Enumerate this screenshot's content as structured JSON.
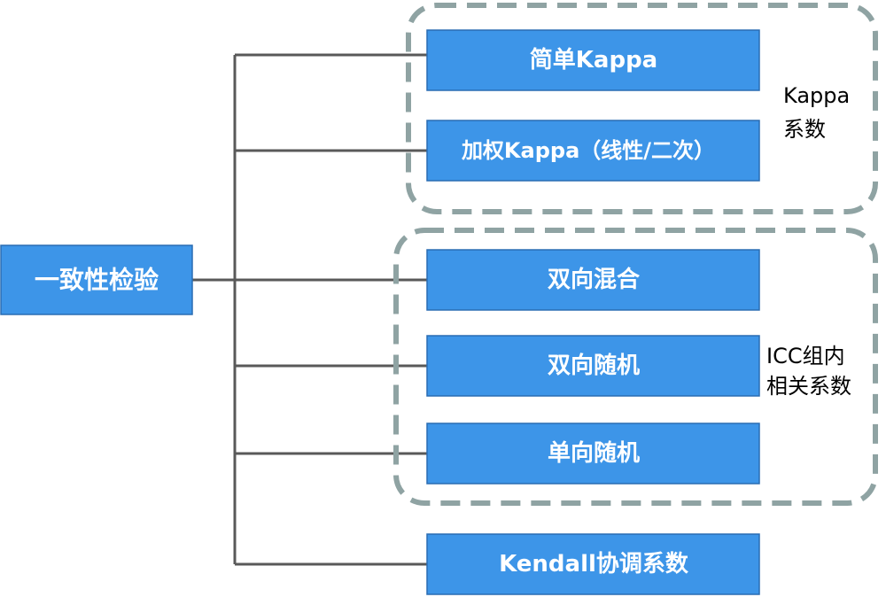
{
  "root": {
    "label": "一致性检验"
  },
  "children": [
    {
      "id": "simple-kappa",
      "label": "简单Kappa"
    },
    {
      "id": "weighted-kappa",
      "label": "加权Kappa（线性/二次）"
    },
    {
      "id": "two-way-mixed",
      "label": "双向混合"
    },
    {
      "id": "two-way-random",
      "label": "双向随机"
    },
    {
      "id": "one-way-random",
      "label": "单向随机"
    },
    {
      "id": "kendall",
      "label": "Kendall协调系数"
    }
  ],
  "groups": [
    {
      "id": "kappa-group",
      "lines": [
        "Kappa",
        "系数"
      ]
    },
    {
      "id": "icc-group",
      "lines": [
        "ICC组内",
        "相关系数"
      ]
    }
  ]
}
